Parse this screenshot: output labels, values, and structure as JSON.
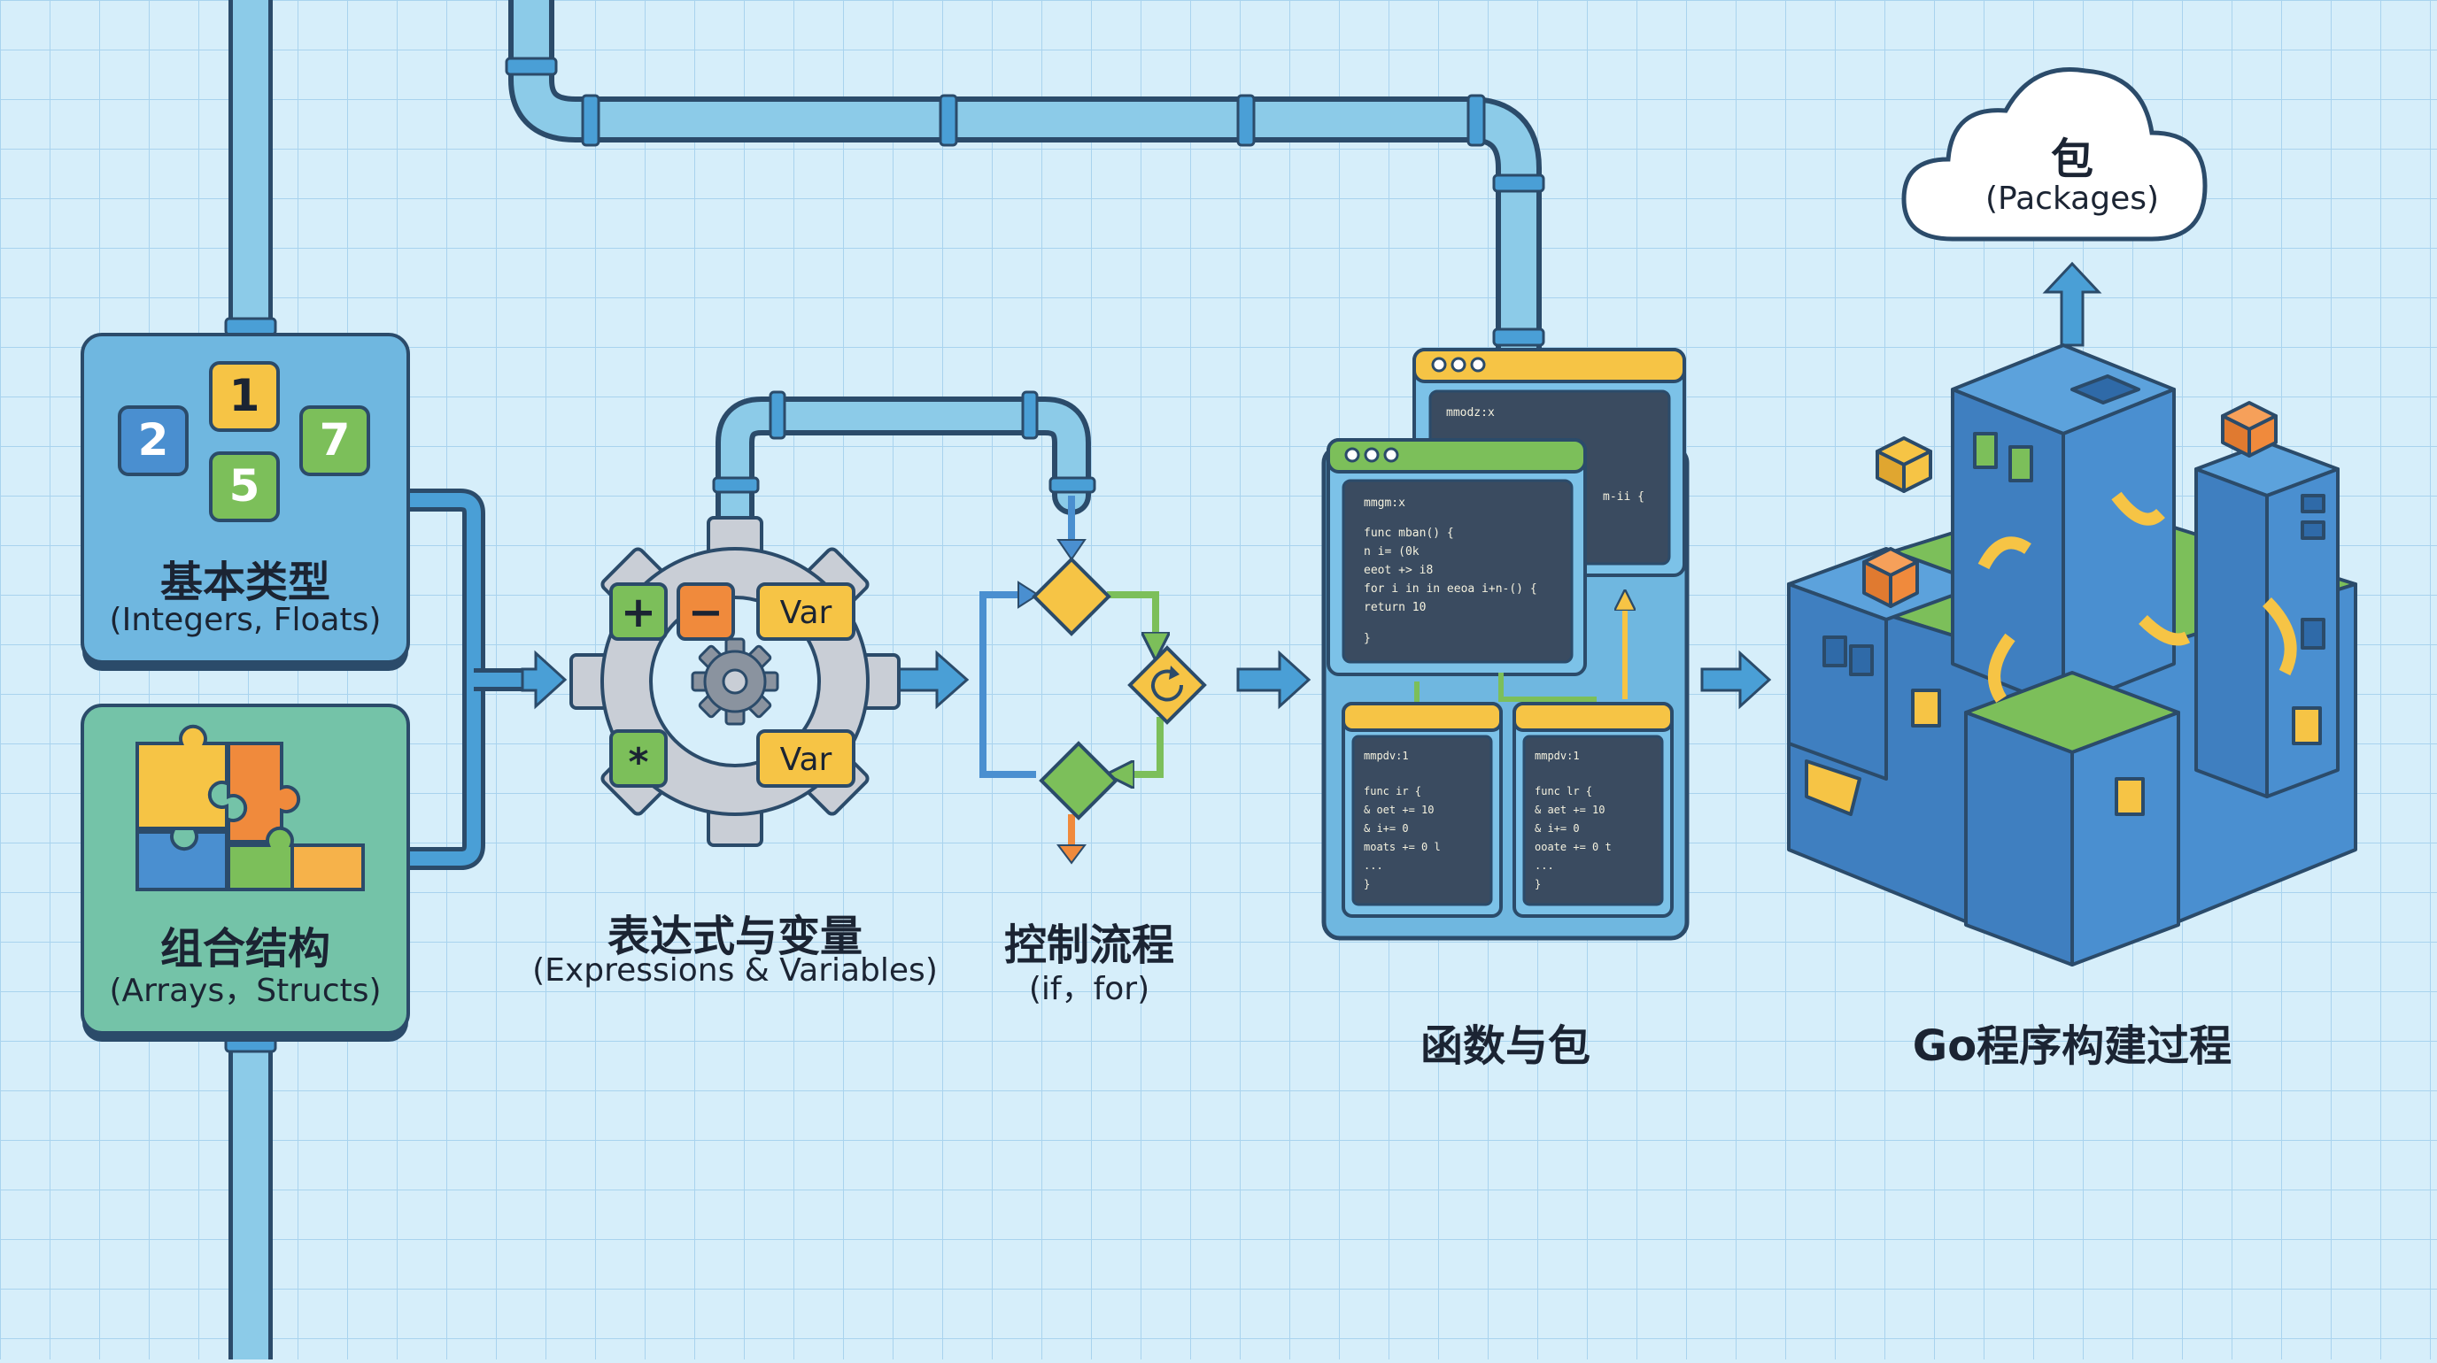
{
  "diagram": {
    "basic_types": {
      "title": "基本类型",
      "subtitle": "(Integers, Floats)",
      "tiles": [
        "1",
        "2",
        "7",
        "5"
      ]
    },
    "composite": {
      "title": "组合结构",
      "subtitle": "(Arrays，Structs)"
    },
    "expressions": {
      "title": "表达式与变量",
      "subtitle": "(Expressions & Variables)",
      "chips": [
        "+",
        "−",
        "Var",
        "*",
        "Var"
      ]
    },
    "control_flow": {
      "title": "控制流程",
      "subtitle": "(if，for)"
    },
    "functions": {
      "title": "函数与包",
      "code_back": [
        "mmodz:x",
        "m-ii {"
      ],
      "code_main": [
        "mmgm:x",
        "func mban() {",
        "  n i= (0k",
        "  eeot +> i8",
        "  for i in in eeoa i+n-() {",
        "    return 10",
        "}"
      ],
      "code_left": [
        "mmpdv:1",
        "func ir {",
        "  & oet += 10",
        "  & i+= 0",
        "  moats += 0 l",
        "  ...",
        "}"
      ],
      "code_right": [
        "mmpdv:1",
        "func lr {",
        "  & aet += 10",
        "  & i+= 0",
        "  ooate += 0 t",
        "  ...",
        "}"
      ]
    },
    "build": {
      "title": "Go程序构建过程"
    },
    "packages": {
      "title": "包",
      "subtitle": "(Packages)"
    }
  },
  "colors": {
    "background": "#d6eefa",
    "grid": "#a9d3ee",
    "pipe": "#8ccbe8",
    "pipe_dark": "#3f8fc4",
    "outline": "#2b4b6a",
    "yellow": "#f6c445",
    "orange": "#f08a3c",
    "green": "#7cbf5a",
    "blue": "#4a8fd0",
    "panel": "#3a4b60",
    "gear": "#c9ced6"
  }
}
